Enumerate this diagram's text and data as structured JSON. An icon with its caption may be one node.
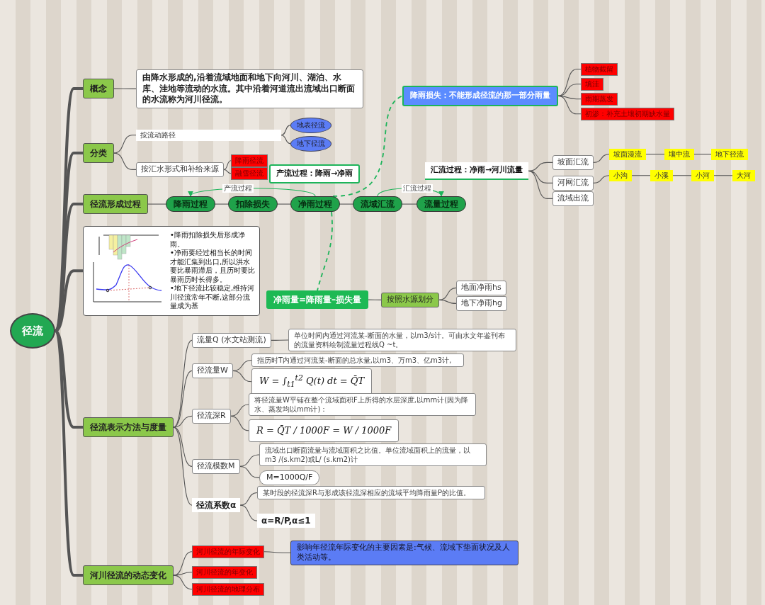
{
  "diagram": {
    "nodes": [
      {
        "text": [
          "径流"
        ]
      },
      {
        "text": [
          "概念"
        ]
      },
      {
        "text": [
          "由降水形成的,沿着流域地面和地下向河川、湖泊、水库、洼地等流动的水流。其中沿着河道流出流域出口断面的水流称为河川径流。"
        ]
      },
      {
        "text": [
          "分类"
        ]
      },
      {
        "text": [
          "按流动路径"
        ]
      },
      {
        "text": [
          "地表径流"
        ]
      },
      {
        "text": [
          "地下径流"
        ]
      },
      {
        "text": [
          "按汇水形式和补给来源"
        ]
      },
      {
        "text": [
          "降雨径流"
        ]
      },
      {
        "text": [
          "融雪径流"
        ]
      },
      {
        "text": [
          "径流形成过程"
        ]
      },
      {
        "text": [
          "降雨过程"
        ]
      },
      {
        "text": [
          "扣除损失"
        ]
      },
      {
        "text": [
          "净雨过程"
        ]
      },
      {
        "text": [
          "流域汇流"
        ]
      },
      {
        "text": [
          "流量过程"
        ]
      },
      {
        "text": [
          "产流过程：降雨→净雨"
        ]
      },
      {
        "text": [
          "降雨损失：不能形成径流的那一部分雨量"
        ]
      },
      {
        "text": [
          "植物截留"
        ]
      },
      {
        "text": [
          "填洼"
        ]
      },
      {
        "text": [
          "雨期蒸发"
        ]
      },
      {
        "text": [
          "初渗：补充土壤初期缺水量"
        ]
      },
      {
        "text": [
          "汇流过程：净雨→河川流量"
        ]
      },
      {
        "text": [
          "坡面汇流"
        ]
      },
      {
        "text": [
          "坡面漫流"
        ]
      },
      {
        "text": [
          "壤中流"
        ]
      },
      {
        "text": [
          "地下径流"
        ]
      },
      {
        "text": [
          "河网汇流"
        ]
      },
      {
        "text": [
          "小沟"
        ]
      },
      {
        "text": [
          "小溪"
        ]
      },
      {
        "text": [
          "小河"
        ]
      },
      {
        "text": [
          "大河"
        ]
      },
      {
        "text": [
          "流域出流"
        ]
      },
      {
        "text": [
          "净雨量=降雨量–损失量"
        ]
      },
      {
        "text": [
          "按照水源划分"
        ]
      },
      {
        "text": [
          "地面净雨hs"
        ]
      },
      {
        "text": [
          "地下净雨hg"
        ]
      },
      {
        "text": [
          "•降雨扣除损失后形成净雨。",
          "•净雨要经过相当长的时间才能汇集到出口,所以洪水要比暴雨滞后，且历时要比暴雨历时长得多。",
          "•地下径流比较稳定,维持河川径流常年不断,这部分流量成为基"
        ]
      },
      {
        "text": [
          "径流表示方法与度量"
        ]
      },
      {
        "text": [
          "流量Q (水文站测流)"
        ]
      },
      {
        "text": [
          "单位时间内通过河流某-断面的水量，以m3/s计。可由水文年鉴刊布的流量资料绘制流量过程线Q ~t。"
        ]
      },
      {
        "text": [
          "径流量W"
        ]
      },
      {
        "text": [
          "指历时T内通过河流某-断面的总水量,以m3、万m3、亿m3计,"
        ]
      },
      {
        "text": [
          "W = ∫$_{t1}$$^{t2}$ Q(t) dt = Q̄T"
        ]
      },
      {
        "text": [
          "径流深R"
        ]
      },
      {
        "text": [
          "将径流量W平铺在整个流域面积F上所得的水层深度,以mm计(因为降水、蒸发均以mm计)："
        ]
      },
      {
        "text": [
          "R = Q̄T / 1000F = W / 1000F"
        ]
      },
      {
        "text": [
          "径流模数M"
        ]
      },
      {
        "text": [
          "流域出口断面流量与流域面积之比值。单位流域面积上的流量，以m3 /(s.km2)或L/ (s.km2)计"
        ]
      },
      {
        "text": [
          "M=1000Q/F"
        ]
      },
      {
        "text": [
          "径流系数α"
        ]
      },
      {
        "text": [
          "某时段的径流深R与形成该径流深相应的流域平均降雨量P的比值。"
        ]
      },
      {
        "text": [
          "α=R/P,α≤1"
        ]
      },
      {
        "text": [
          "河川径流的动态变化"
        ]
      },
      {
        "text": [
          "河川径流的年际变化"
        ]
      },
      {
        "text": [
          "影响年径流年际变化的主要因素是:气候、流域下垫面状况及人类活动等。"
        ]
      },
      {
        "text": [
          "河川径流的年变化"
        ]
      },
      {
        "text": [
          "河川径流的地理分布"
        ]
      }
    ],
    "edges": [
      {
        "from": 0,
        "to": 1,
        "arrow": "none",
        "style": "thick"
      },
      {
        "from": 0,
        "to": 3,
        "arrow": "none",
        "style": "thick"
      },
      {
        "from": 0,
        "to": 10,
        "arrow": "none",
        "style": "thick"
      },
      {
        "from": 0,
        "to": 37,
        "arrow": "none",
        "style": "thick"
      },
      {
        "from": 0,
        "to": 38,
        "arrow": "none",
        "style": "thick"
      },
      {
        "from": 0,
        "to": 53,
        "arrow": "none",
        "style": "thick"
      },
      {
        "from": 1,
        "to": 2,
        "arrow": "none"
      },
      {
        "from": 3,
        "to": 4,
        "arrow": "none"
      },
      {
        "from": 4,
        "to": 5,
        "arrow": "none"
      },
      {
        "from": 4,
        "to": 6,
        "arrow": "none"
      },
      {
        "from": 3,
        "to": 7,
        "arrow": "none"
      },
      {
        "from": 7,
        "to": 8,
        "arrow": "none"
      },
      {
        "from": 7,
        "to": 9,
        "arrow": "none"
      },
      {
        "from": 10,
        "to": 11,
        "arrow": "none"
      },
      {
        "from": 11,
        "to": 12,
        "arrow": "none"
      },
      {
        "from": 12,
        "to": 13,
        "arrow": "none"
      },
      {
        "from": 13,
        "to": 14,
        "arrow": "none"
      },
      {
        "from": 14,
        "to": 15,
        "arrow": "none"
      },
      {
        "from": 13,
        "to": 11,
        "arrow": "to",
        "label": "产流过程",
        "color": "#1db45a"
      },
      {
        "from": 14,
        "to": 15,
        "arrow": "to",
        "label": "汇流过程",
        "color": "#1db45a"
      },
      {
        "from": 13,
        "to": 17,
        "arrow": "none",
        "style": "dashed",
        "color": "#1db45a"
      },
      {
        "from": 13,
        "to": 33,
        "arrow": "none",
        "style": "dashed",
        "color": "#1db45a"
      },
      {
        "from": 17,
        "to": 18,
        "arrow": "none"
      },
      {
        "from": 17,
        "to": 19,
        "arrow": "none"
      },
      {
        "from": 17,
        "to": 20,
        "arrow": "none"
      },
      {
        "from": 17,
        "to": 21,
        "arrow": "none"
      },
      {
        "from": 22,
        "to": 23,
        "arrow": "none"
      },
      {
        "from": 22,
        "to": 27,
        "arrow": "none"
      },
      {
        "from": 22,
        "to": 32,
        "arrow": "none"
      },
      {
        "from": 23,
        "to": 24,
        "arrow": "none"
      },
      {
        "from": 24,
        "to": 25,
        "arrow": "none"
      },
      {
        "from": 25,
        "to": 26,
        "arrow": "none"
      },
      {
        "from": 27,
        "to": 28,
        "arrow": "none"
      },
      {
        "from": 28,
        "to": 29,
        "arrow": "none"
      },
      {
        "from": 29,
        "to": 30,
        "arrow": "none"
      },
      {
        "from": 30,
        "to": 31,
        "arrow": "none"
      },
      {
        "from": 33,
        "to": 34,
        "arrow": "none"
      },
      {
        "from": 34,
        "to": 35,
        "arrow": "none"
      },
      {
        "from": 34,
        "to": 36,
        "arrow": "none"
      },
      {
        "from": 38,
        "to": 39,
        "arrow": "none"
      },
      {
        "from": 38,
        "to": 41,
        "arrow": "none"
      },
      {
        "from": 38,
        "to": 44,
        "arrow": "none"
      },
      {
        "from": 38,
        "to": 47,
        "arrow": "none"
      },
      {
        "from": 38,
        "to": 50,
        "arrow": "none"
      },
      {
        "from": 39,
        "to": 40,
        "arrow": "none"
      },
      {
        "from": 41,
        "to": 42,
        "arrow": "none"
      },
      {
        "from": 41,
        "to": 43,
        "arrow": "none"
      },
      {
        "from": 44,
        "to": 45,
        "arrow": "none"
      },
      {
        "from": 44,
        "to": 46,
        "arrow": "none"
      },
      {
        "from": 47,
        "to": 48,
        "arrow": "none"
      },
      {
        "from": 47,
        "to": 49,
        "arrow": "none"
      },
      {
        "from": 50,
        "to": 51,
        "arrow": "none"
      },
      {
        "from": 50,
        "to": 52,
        "arrow": "none"
      },
      {
        "from": 53,
        "to": 54,
        "arrow": "none"
      },
      {
        "from": 53,
        "to": 56,
        "arrow": "none"
      },
      {
        "from": 53,
        "to": 57,
        "arrow": "none"
      },
      {
        "from": 54,
        "to": 55,
        "arrow": "none"
      }
    ]
  }
}
